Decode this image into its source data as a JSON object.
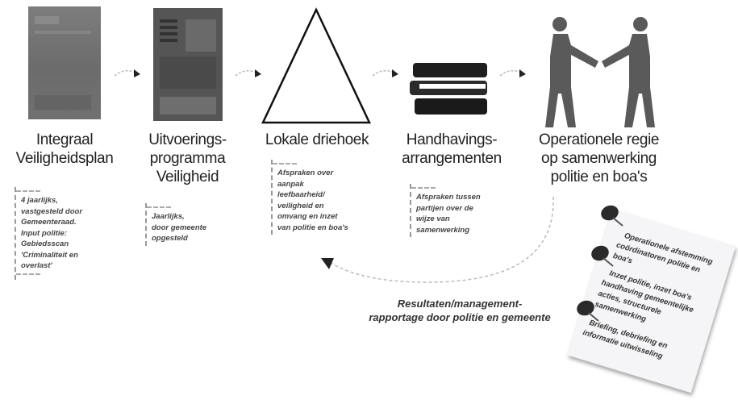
{
  "steps": [
    {
      "title_lines": [
        "Integraal",
        "Veiligheidsplan"
      ],
      "note": [
        "4 jaarlijks,",
        "vastgesteld door",
        "Gemeenteraad.",
        "Input politie:",
        "Gebiedsscan",
        "'Criminaliteit en",
        "overlast'"
      ]
    },
    {
      "title_lines": [
        "Uitvoerings-",
        "programma",
        "Veiligheid"
      ],
      "note": [
        "Jaarlijks,",
        "door gemeente",
        "opgesteld"
      ]
    },
    {
      "title_lines": [
        "Lokale driehoek"
      ],
      "note": [
        "Afspraken over",
        "aanpak",
        "leefbaarheid/",
        "veiligheid en",
        "omvang en inzet",
        "van politie en boa's"
      ]
    },
    {
      "title_lines": [
        "Handhavings-",
        "arrangementen"
      ],
      "note": [
        "Afspraken tussen",
        "partijen over de",
        "wijze van",
        "samenwerking"
      ]
    },
    {
      "title_lines": [
        "Operationele regie",
        "op samenwerking",
        "politie en boa's"
      ]
    }
  ],
  "feedback": {
    "lines": [
      "Resultaten/management-",
      "rapportage door politie en gemeente"
    ]
  },
  "sticky_note": {
    "lines": [
      "Operationele afstemming",
      "coördinatoren politie en",
      "boa's",
      "Inzet politie, inzet boa's",
      "handhaving gemeentelijke",
      "acties, structurele",
      "samenwerking",
      "Briefing, debriefing en",
      "informatie uitwisseling"
    ]
  },
  "colors": {
    "book_dark": "#1e1e1e",
    "person": "#5a5a5a",
    "triangle": "#111111",
    "arrow": "#222222"
  },
  "icons": [
    "document-icon",
    "document-icon",
    "triangle-icon",
    "books-icon",
    "handshake-icon",
    "pin-icon"
  ]
}
